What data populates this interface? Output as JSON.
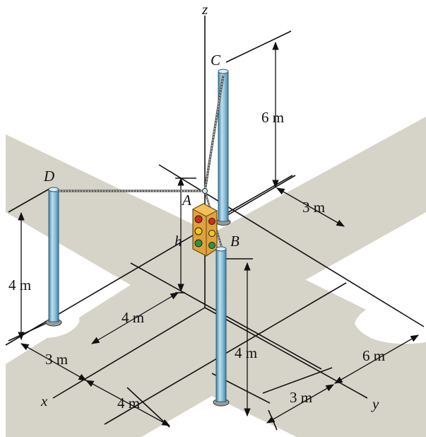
{
  "axes": {
    "x": "x",
    "y": "y",
    "z": "z"
  },
  "points": {
    "A": "A",
    "B": "B",
    "C": "C",
    "D": "D"
  },
  "variables": {
    "h": "h"
  },
  "dimensions": {
    "pole_c_height": "6 m",
    "c_offset_y": "3 m",
    "pole_d_height": "4 m",
    "d_offset_x": "4 m",
    "d_offset_y": "3 m",
    "pole_b_height": "4 m",
    "b_offset_x": "4 m",
    "b_offset_y": "3 m",
    "c_offset_x": "6 m"
  },
  "colors": {
    "road": "#d6d3c8",
    "pole_main": "#7fb9d6",
    "pole_light": "#bfe0ee",
    "pole_dark": "#3f7f9f",
    "signal_body": "#e0a23a",
    "light_red": "#d62a1e",
    "light_yellow": "#f2c61f",
    "light_green": "#1f9e3a"
  }
}
